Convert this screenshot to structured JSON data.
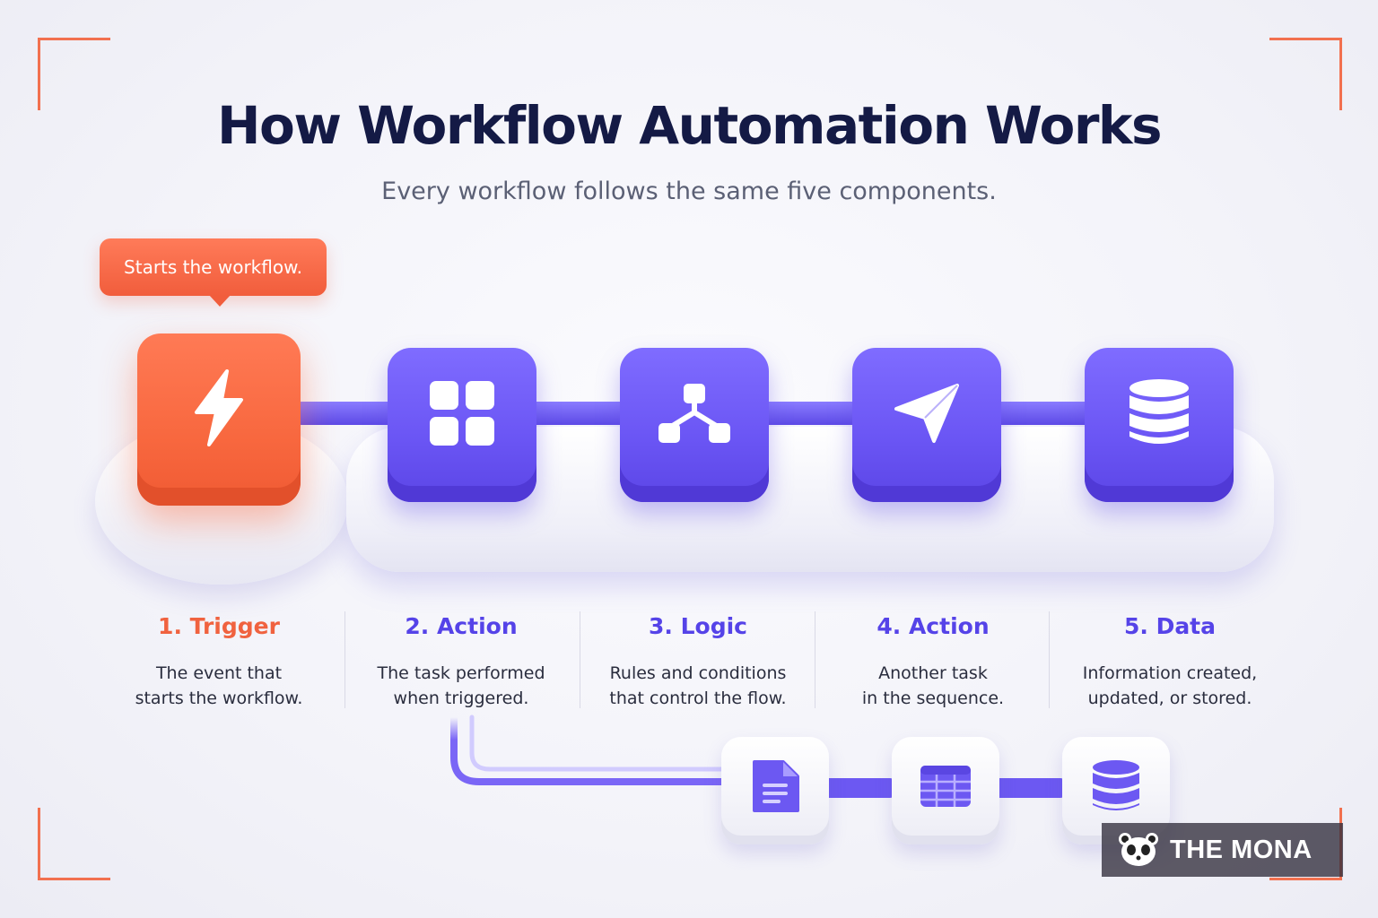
{
  "title": "How Workflow Automation Works",
  "subtitle": "Every workflow follows the same five components.",
  "callout": "Starts the workflow.",
  "steps": [
    {
      "title": "1. Trigger",
      "line1": "The event that",
      "line2": "starts the workflow.",
      "icon": "lightning-icon"
    },
    {
      "title": "2. Action",
      "line1": "The task performed",
      "line2": "when triggered.",
      "icon": "grid-icon"
    },
    {
      "title": "3. Logic",
      "line1": "Rules and conditions",
      "line2": "that control the flow.",
      "icon": "branch-icon"
    },
    {
      "title": "4. Action",
      "line1": "Another task",
      "line2": "in the sequence.",
      "icon": "send-icon"
    },
    {
      "title": "5. Data",
      "line1": "Information created,",
      "line2": "updated, or stored.",
      "icon": "database-icon"
    }
  ],
  "sub_nodes": [
    "document-icon",
    "table-icon",
    "database-icon"
  ],
  "brand": "THE MONA",
  "colors": {
    "accent_orange": "#f2623f",
    "accent_purple": "#6a55f4",
    "title": "#141a45"
  }
}
